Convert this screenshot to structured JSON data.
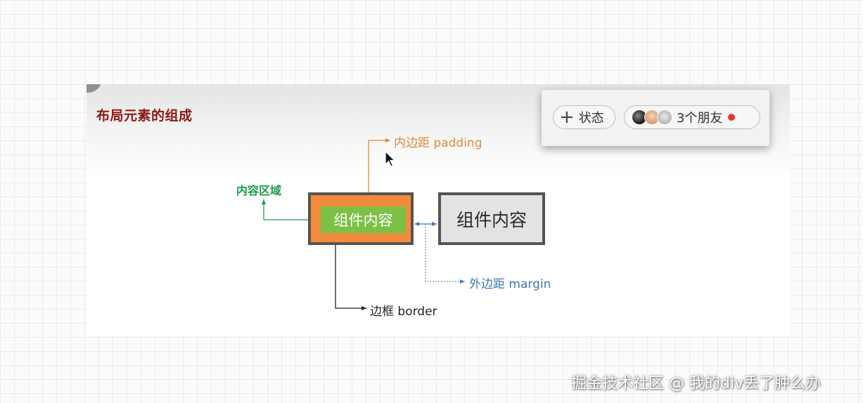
{
  "slide": {
    "title": "布局元素的组成"
  },
  "status_panel": {
    "add_status_label": "状态",
    "friends_label": "3个朋友",
    "avatars": [
      "avatar-1",
      "avatar-2",
      "avatar-3"
    ]
  },
  "diagram": {
    "labels": {
      "padding": "内边距 padding",
      "content_area": "内容区域",
      "margin": "外边距 margin",
      "border": "边框 border"
    },
    "inner_box_text": "组件内容",
    "outer_box_text": "组件内容"
  },
  "colors": {
    "title": "#8b1a12",
    "padding": "#df8a3a",
    "content_area": "#1f9a4a",
    "margin": "#3f78b6",
    "border": "#222222",
    "orange_fill": "#f28c3c",
    "green_fill": "#7cc046",
    "gray_fill": "#e3e3e3",
    "box_border": "#545454"
  },
  "watermark": {
    "text": "掘金技术社区 @ 我的div丢了肿么办"
  }
}
